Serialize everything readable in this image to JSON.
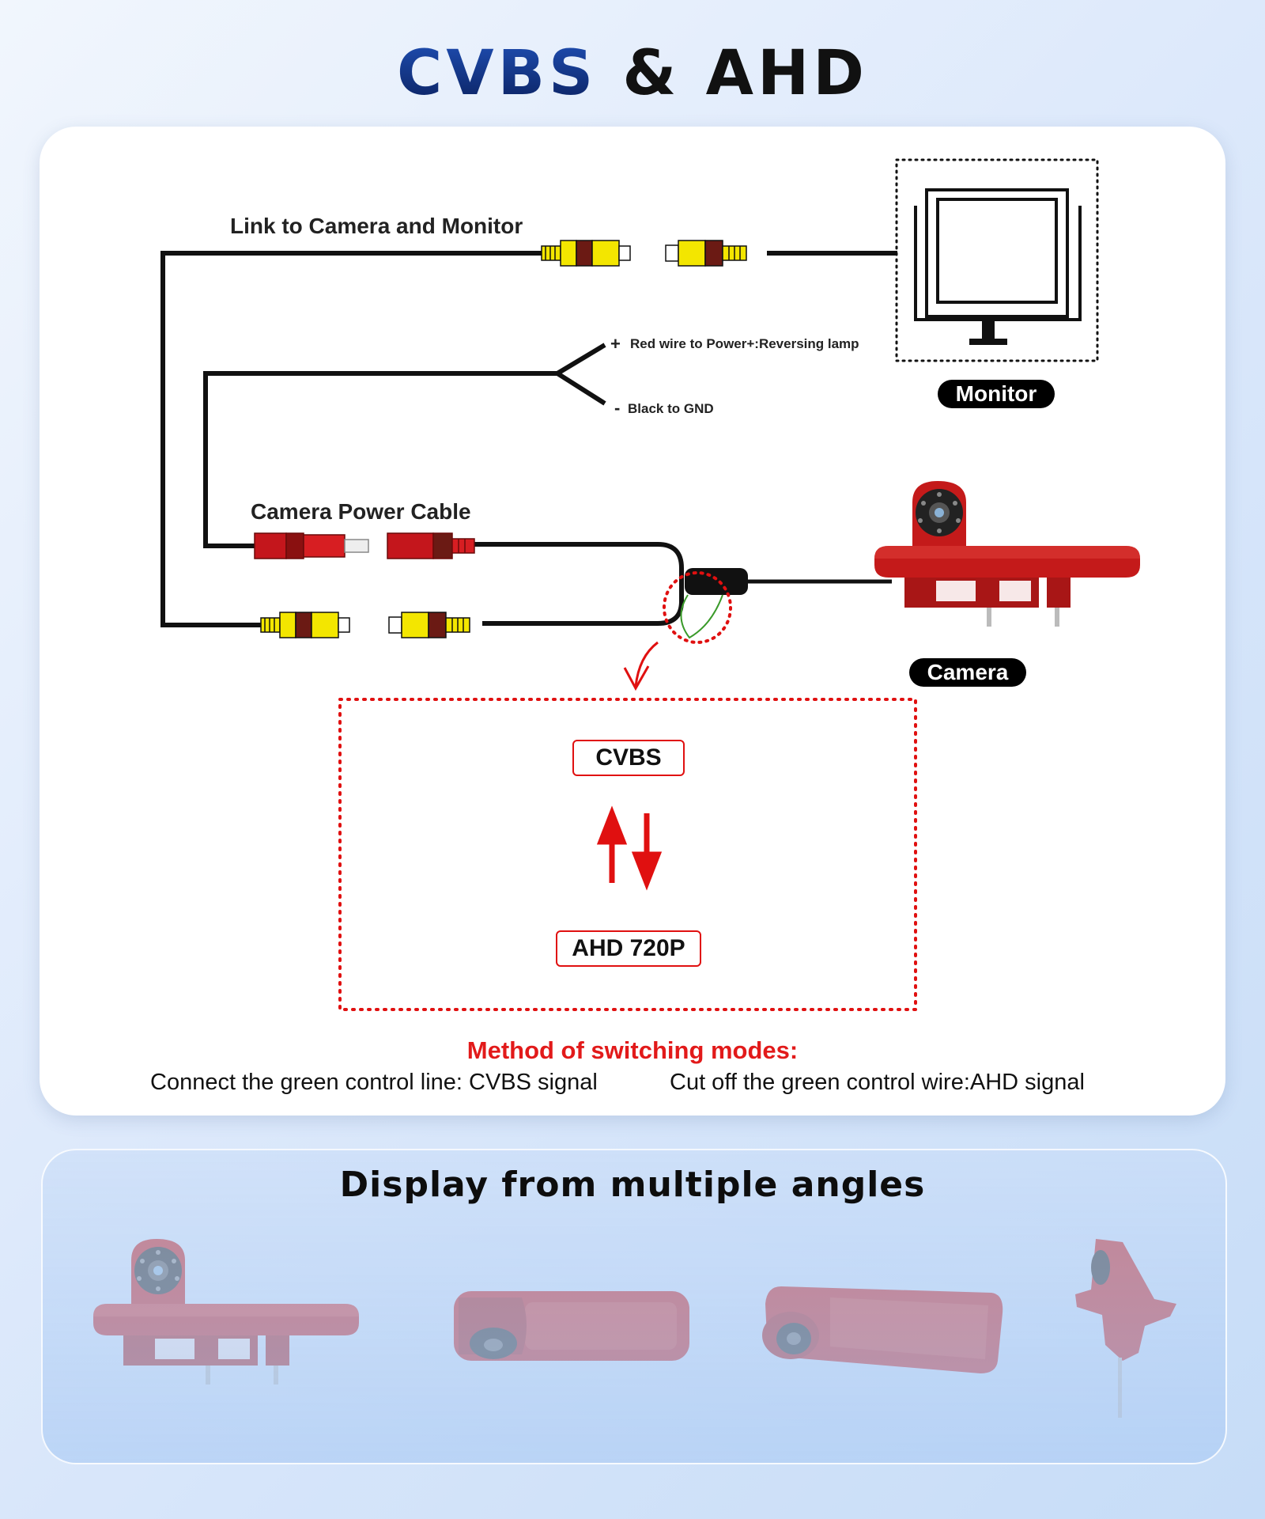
{
  "header": {
    "title_highlight": "CVBS",
    "title_rest": "& AHD"
  },
  "diagram": {
    "link_label": "Link to Camera and Monitor",
    "red_wire_label": "Red wire to Power+:Reversing lamp",
    "black_wire_label": "Black to GND",
    "plus_sign": "+",
    "minus_sign": "-",
    "power_cable_label": "Camera Power Cable",
    "monitor_badge": "Monitor",
    "camera_badge": "Camera",
    "mode_cvbs": "CVBS",
    "mode_ahd": "AHD 720P"
  },
  "method": {
    "title": "Method of switching modes:",
    "connect_text": "Connect the green control line: CVBS signal",
    "cut_text": "Cut off the green control wire:AHD signal"
  },
  "gallery": {
    "title": "Display from multiple angles"
  },
  "colors": {
    "title_blue": "#1a3f9e",
    "alert_red": "#e01010",
    "camera_red": "#c41a1a",
    "connector_yellow": "#f3e600",
    "connector_red": "#c4161c"
  }
}
